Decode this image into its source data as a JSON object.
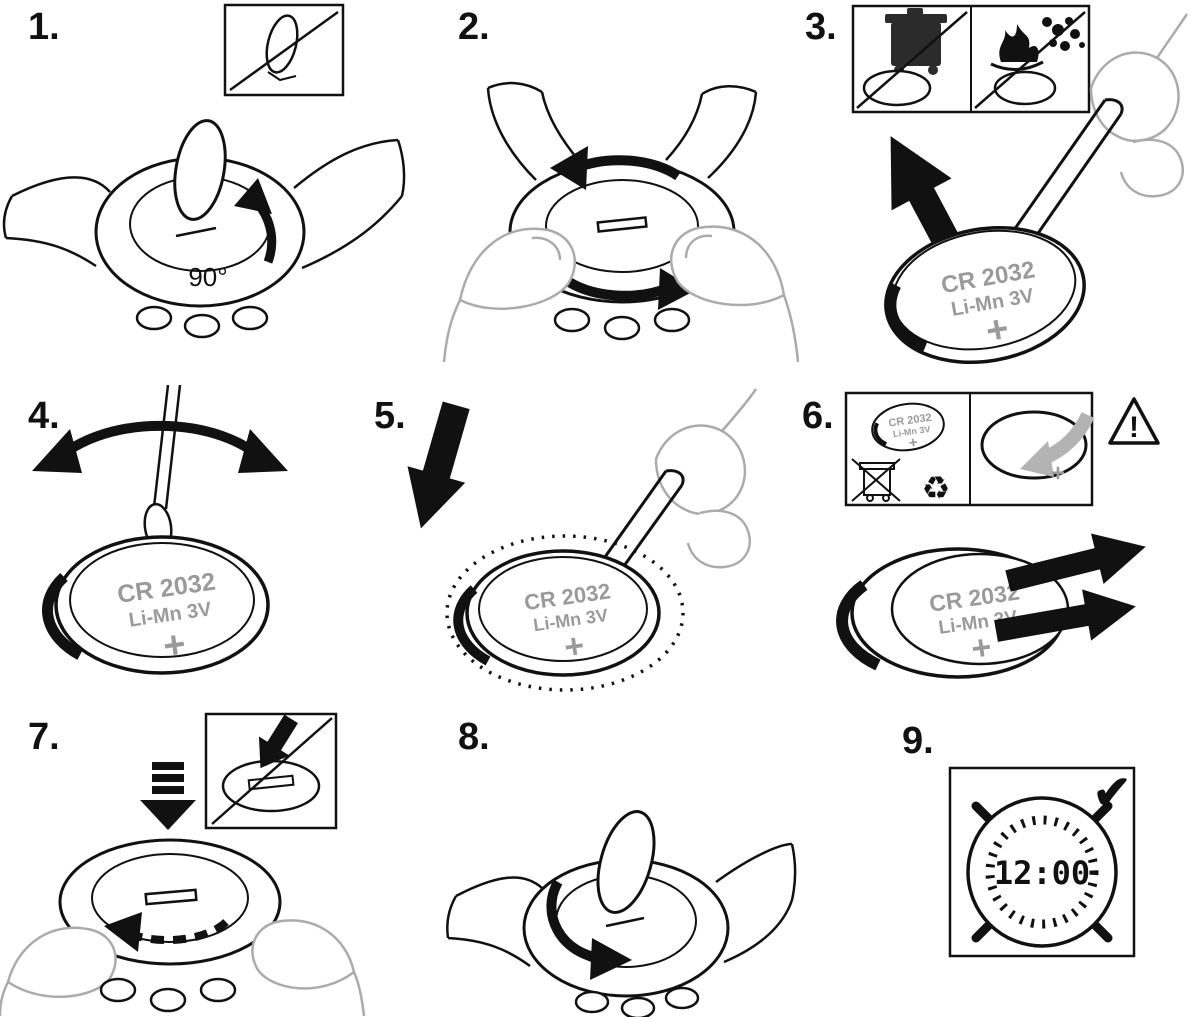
{
  "steps": [
    {
      "number": "1."
    },
    {
      "number": "2."
    },
    {
      "number": "3."
    },
    {
      "number": "4."
    },
    {
      "number": "5."
    },
    {
      "number": "6."
    },
    {
      "number": "7."
    },
    {
      "number": "8."
    },
    {
      "number": "9."
    }
  ],
  "labels": {
    "rotation_angle": "90°"
  },
  "battery": {
    "model": "CR 2032",
    "chemistry": "Li-Mn 3V",
    "polarity": "+"
  },
  "display": {
    "time": "12:00"
  },
  "icons": {
    "checkmark": "✔",
    "warning_mark": "!",
    "recycle": "♻"
  },
  "colors": {
    "ink": "#111111",
    "gray_text": "#9a9a9a",
    "hand_outline": "#ababab",
    "arrow_gray": "#b3b3b3"
  }
}
